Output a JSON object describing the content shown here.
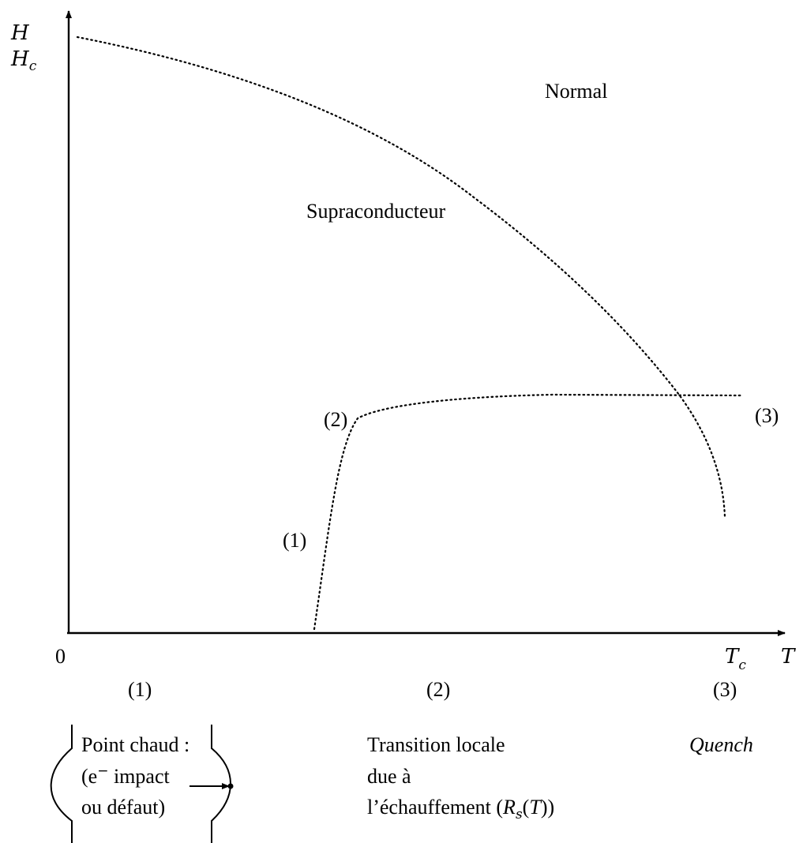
{
  "axes": {
    "y_label_h": "H",
    "y_label_hc": "H",
    "y_label_hc_sub": "c",
    "origin": "0",
    "x_label_tc": "T",
    "x_label_tc_sub": "c",
    "x_label_t": "T"
  },
  "regions": {
    "normal": "Normal",
    "supra": "Supraconducteur"
  },
  "curve_markers": {
    "m1": "(1)",
    "m2": "(2)",
    "m3": "(3)"
  },
  "stages": [
    {
      "num": "(1)",
      "lines": [
        "Point chaud :",
        "(e",
        "−",
        " impact",
        "ou défaut)"
      ]
    },
    {
      "num": "(2)",
      "lines": [
        "Transition locale",
        "due à",
        "l’échauffement (",
        "R",
        "s",
        "(",
        "T",
        "))"
      ]
    },
    {
      "num": "(3)",
      "lines": [
        "Quench"
      ]
    }
  ],
  "colors": {
    "ink": "#000000",
    "background": "#ffffff"
  }
}
